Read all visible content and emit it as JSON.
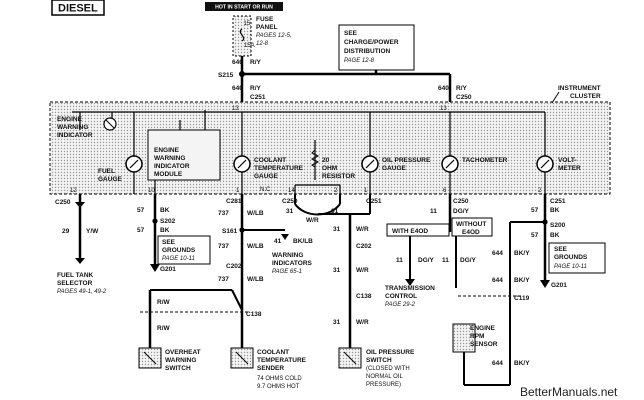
{
  "header": {
    "title": "DIESEL",
    "hot_label": "HOT IN START OR RUN"
  },
  "fuse": {
    "name_line1": "FUSE",
    "name_line2": "PANEL",
    "pages_line1": "PAGES 12-5,",
    "pages_line2": "12-8",
    "rating": "15A",
    "number": "15"
  },
  "notes": {
    "charge_line1": "SEE",
    "charge_line2": "CHARGE/POWER",
    "charge_line3": "DISTRIBUTION",
    "charge_page": "PAGE 12-8",
    "grounds_line1": "SEE",
    "grounds_line2": "GROUNDS",
    "grounds_page": "PAGE 10-11",
    "grounds2_line1": "SEE",
    "grounds2_line2": "GROUNDS",
    "grounds2_page": "PAGE 10-11",
    "warn_line1": "WARNING",
    "warn_line2": "INDICATORS",
    "warn_page": "PAGE 65-1",
    "fueltank_line1": "FUEL TANK",
    "fueltank_line2": "SELECTOR",
    "fueltank_pages": "PAGES 49-1, 49-2",
    "trans_line1": "TRANSMISSION",
    "trans_line2": "CONTROL",
    "trans_page": "PAGE 29-2"
  },
  "cluster": {
    "label_line1": "INSTRUMENT",
    "label_line2": "CLUSTER",
    "engine_warning_1": "ENGINE",
    "engine_warning_2": "WARNING",
    "engine_warning_3": "INDICATOR",
    "module_1": "ENGINE",
    "module_2": "WARNING",
    "module_3": "INDICATOR",
    "module_4": "MODULE",
    "fuel_1": "FUEL",
    "fuel_2": "GAUGE",
    "coolant_1": "COOLANT",
    "coolant_2": "TEMPERATURE",
    "coolant_3": "GAUGE",
    "resistor_1": "20",
    "resistor_2": "OHM",
    "resistor_3": "RESISTOR",
    "oil_1": "OIL PRESSURE",
    "oil_2": "GAUGE",
    "tach": "TACHOMETER",
    "volt_1": "VOLT-",
    "volt_2": "METER",
    "nc": "N.C"
  },
  "pins": {
    "p13a": "13",
    "p13b": "13",
    "p12": "12",
    "p10": "10",
    "p1a": "1",
    "p14": "14",
    "p2a": "2",
    "p1b": "1",
    "p6": "6",
    "p2b": "2"
  },
  "connectors": {
    "s215": "S215",
    "c251a": "C251",
    "c251b": "C251",
    "c251c": "C251",
    "c250a": "C250",
    "c250b": "C250",
    "c250c": "C250",
    "c281": "C281",
    "s202": "S202",
    "g201a": "G201",
    "s161": "S161",
    "c202a": "C202",
    "c202b": "C202",
    "c138a": "C138",
    "c138b": "C138",
    "c119": "C119",
    "s200": "S200",
    "g201b": "G201"
  },
  "wires": {
    "w640a": "640",
    "w640a_col": "R/Y",
    "w640b": "640",
    "w640b_col": "R/Y",
    "w640c": "640",
    "w640c_col": "R/Y",
    "w29": "29",
    "w29_col": "Y/W",
    "w57a": "57",
    "w57a_col": "BK",
    "w57b": "57",
    "w57b_col": "BK",
    "w737a": "737",
    "w737a_col": "W/LB",
    "w737b": "737",
    "w737b_col": "W/LB",
    "w737c": "737",
    "w737c_col": "W/LB",
    "w41": "41",
    "w41_col": "BK/LB",
    "w31_left": "31",
    "w31_right": "31",
    "w31_col": "W/R",
    "w31a": "31",
    "w31a_col": "W/R",
    "w31b": "31",
    "w31b_col": "W/R",
    "w31c": "31",
    "w31c_col": "W/R",
    "w11": "11",
    "w11_col": "DG/Y",
    "w11b": "11",
    "w11b_col": "DG/Y",
    "w11c": "11",
    "w11c_col": "DG/Y",
    "w644a": "644",
    "w644a_col": "BK/Y",
    "w644b": "644",
    "w644b_col": "BK/Y",
    "w644c": "644",
    "w644c_col": "BK/Y",
    "w57c": "57",
    "w57c_col": "BK",
    "w57d": "57",
    "w57d_col": "BK",
    "rw1": "R/W",
    "rw2": "R/W"
  },
  "options": {
    "with_e4od": "WITH E4OD",
    "without_1": "WITHOUT",
    "without_2": "E4OD"
  },
  "sensors": {
    "overheat_1": "OVERHEAT",
    "overheat_2": "WARNING",
    "overheat_3": "SWITCH",
    "coolant_s_1": "COOLANT",
    "coolant_s_2": "TEMPERATURE",
    "coolant_s_3": "SENDER",
    "coolant_s_4": "74 OHMS COLD",
    "coolant_s_5": "9.7 OHMS HOT",
    "oilp_1": "OIL PRESSURE",
    "oilp_2": "SWITCH",
    "oilp_3": "(CLOSED WITH",
    "oilp_4": "NORMAL OIL",
    "oilp_5": "PRESSURE)",
    "rpm_1": "ENGINE",
    "rpm_2": "RPM",
    "rpm_3": "SENSOR"
  },
  "watermark": "BetterManuals.net"
}
